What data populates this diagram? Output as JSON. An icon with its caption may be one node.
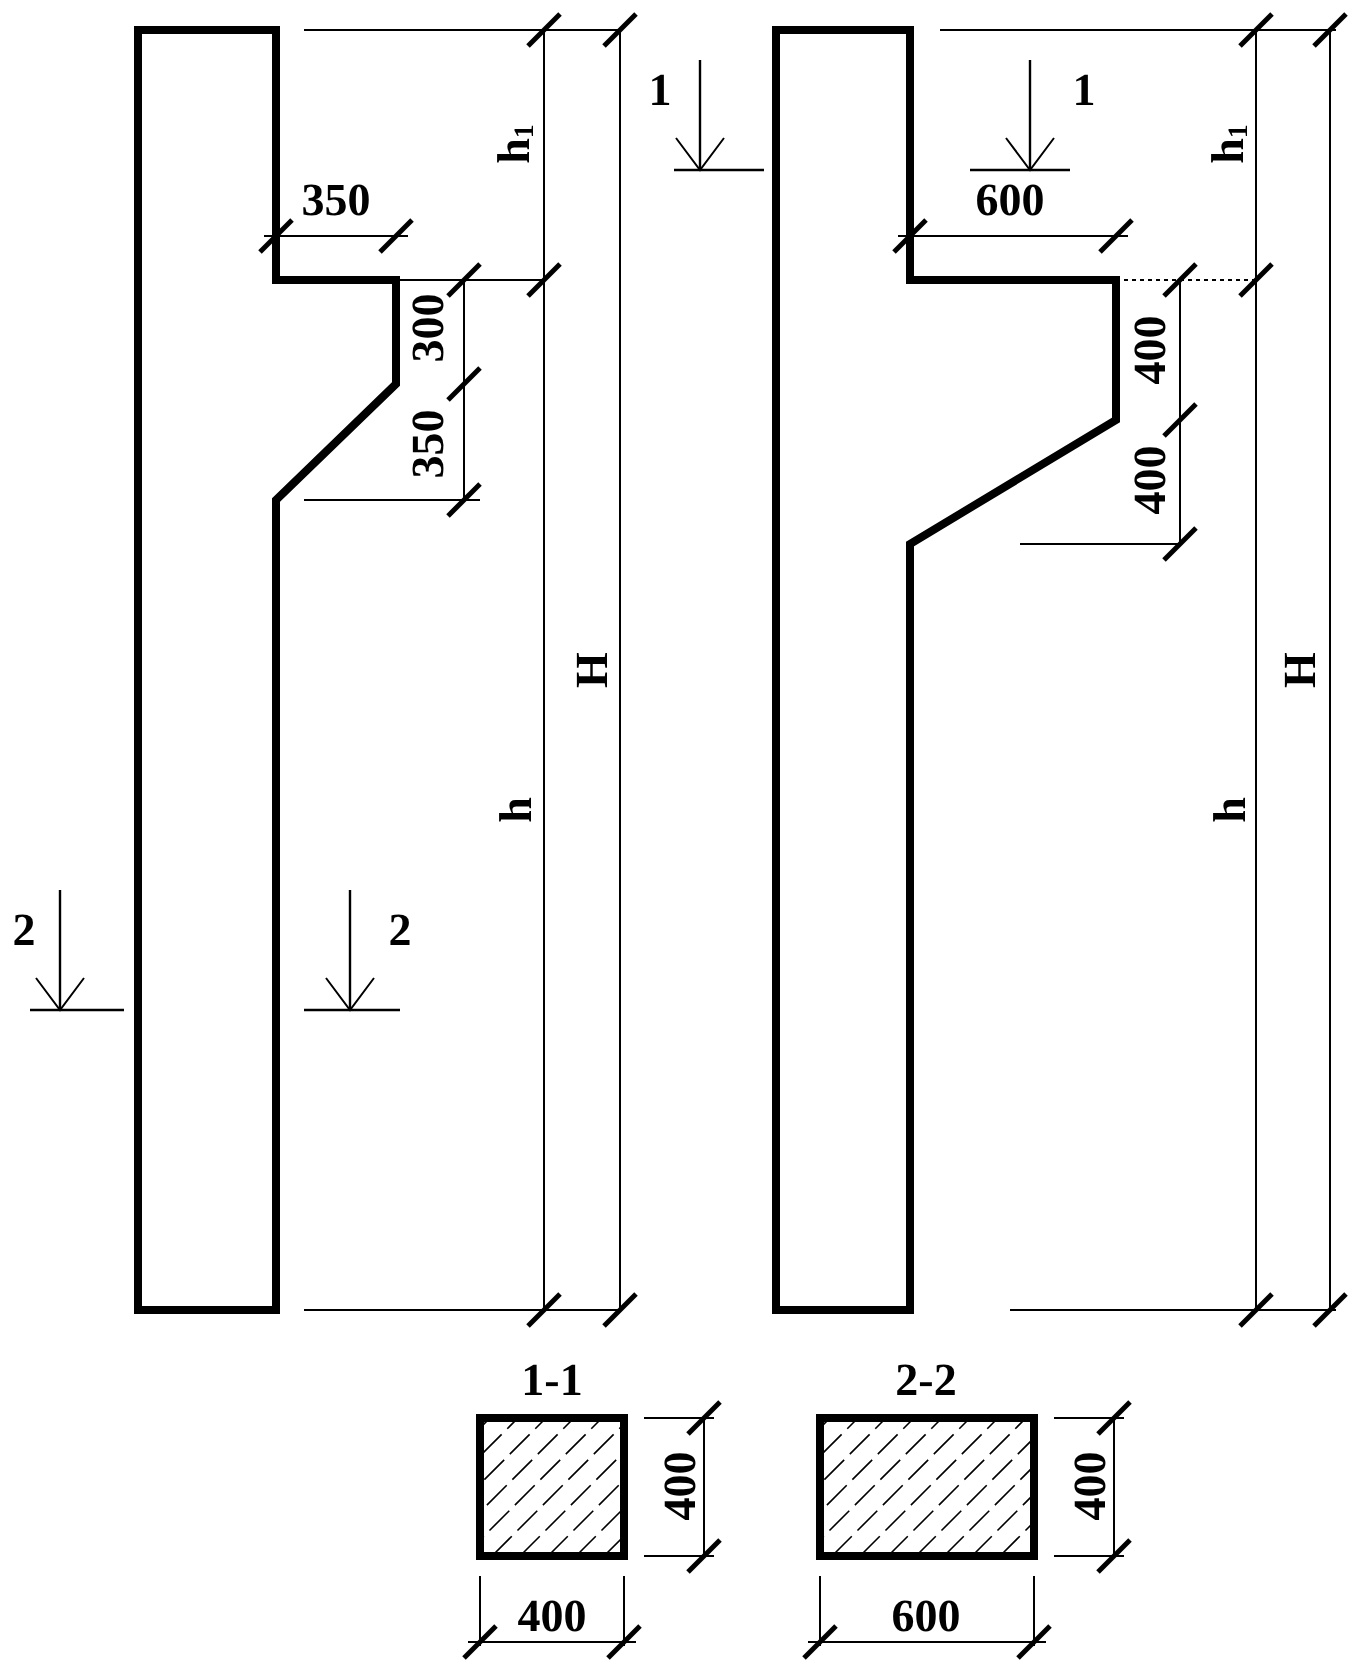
{
  "diagram": {
    "labels": [
      "350",
      "300",
      "350",
      "h$_{1}$",
      "h",
      "H",
      "2",
      "2",
      "1",
      "1",
      "600",
      "400",
      "400",
      "h$_{1}$",
      "h",
      "H",
      "1-1",
      "400",
      "400",
      "2-2",
      "400",
      "600"
    ]
  }
}
